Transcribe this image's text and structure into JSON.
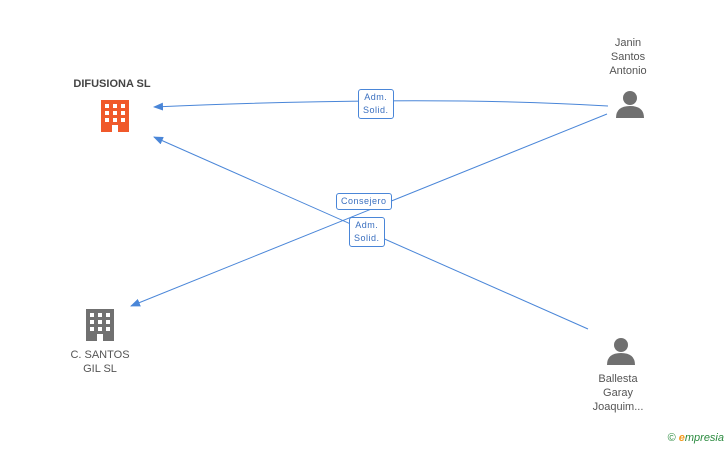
{
  "nodes": {
    "difusiona": {
      "label": "DIFUSIONA SL",
      "color": "#f0592b"
    },
    "csantos": {
      "label": "C. SANTOS\nGIL SL",
      "color": "#707070"
    },
    "janin": {
      "label": "Janin\nSantos\nAntonio",
      "color": "#707070"
    },
    "ballesta": {
      "label": "Ballesta\nGaray\nJoaquim...",
      "color": "#707070"
    }
  },
  "edges": [
    {
      "label": "Adm.\nSolid."
    },
    {
      "label": "Consejero"
    },
    {
      "label": "Adm.\nSolid."
    }
  ],
  "edge_color": "#4a86d8",
  "footer": {
    "copyright": "©",
    "brand_initial": "e",
    "brand_rest": "mpresia"
  }
}
